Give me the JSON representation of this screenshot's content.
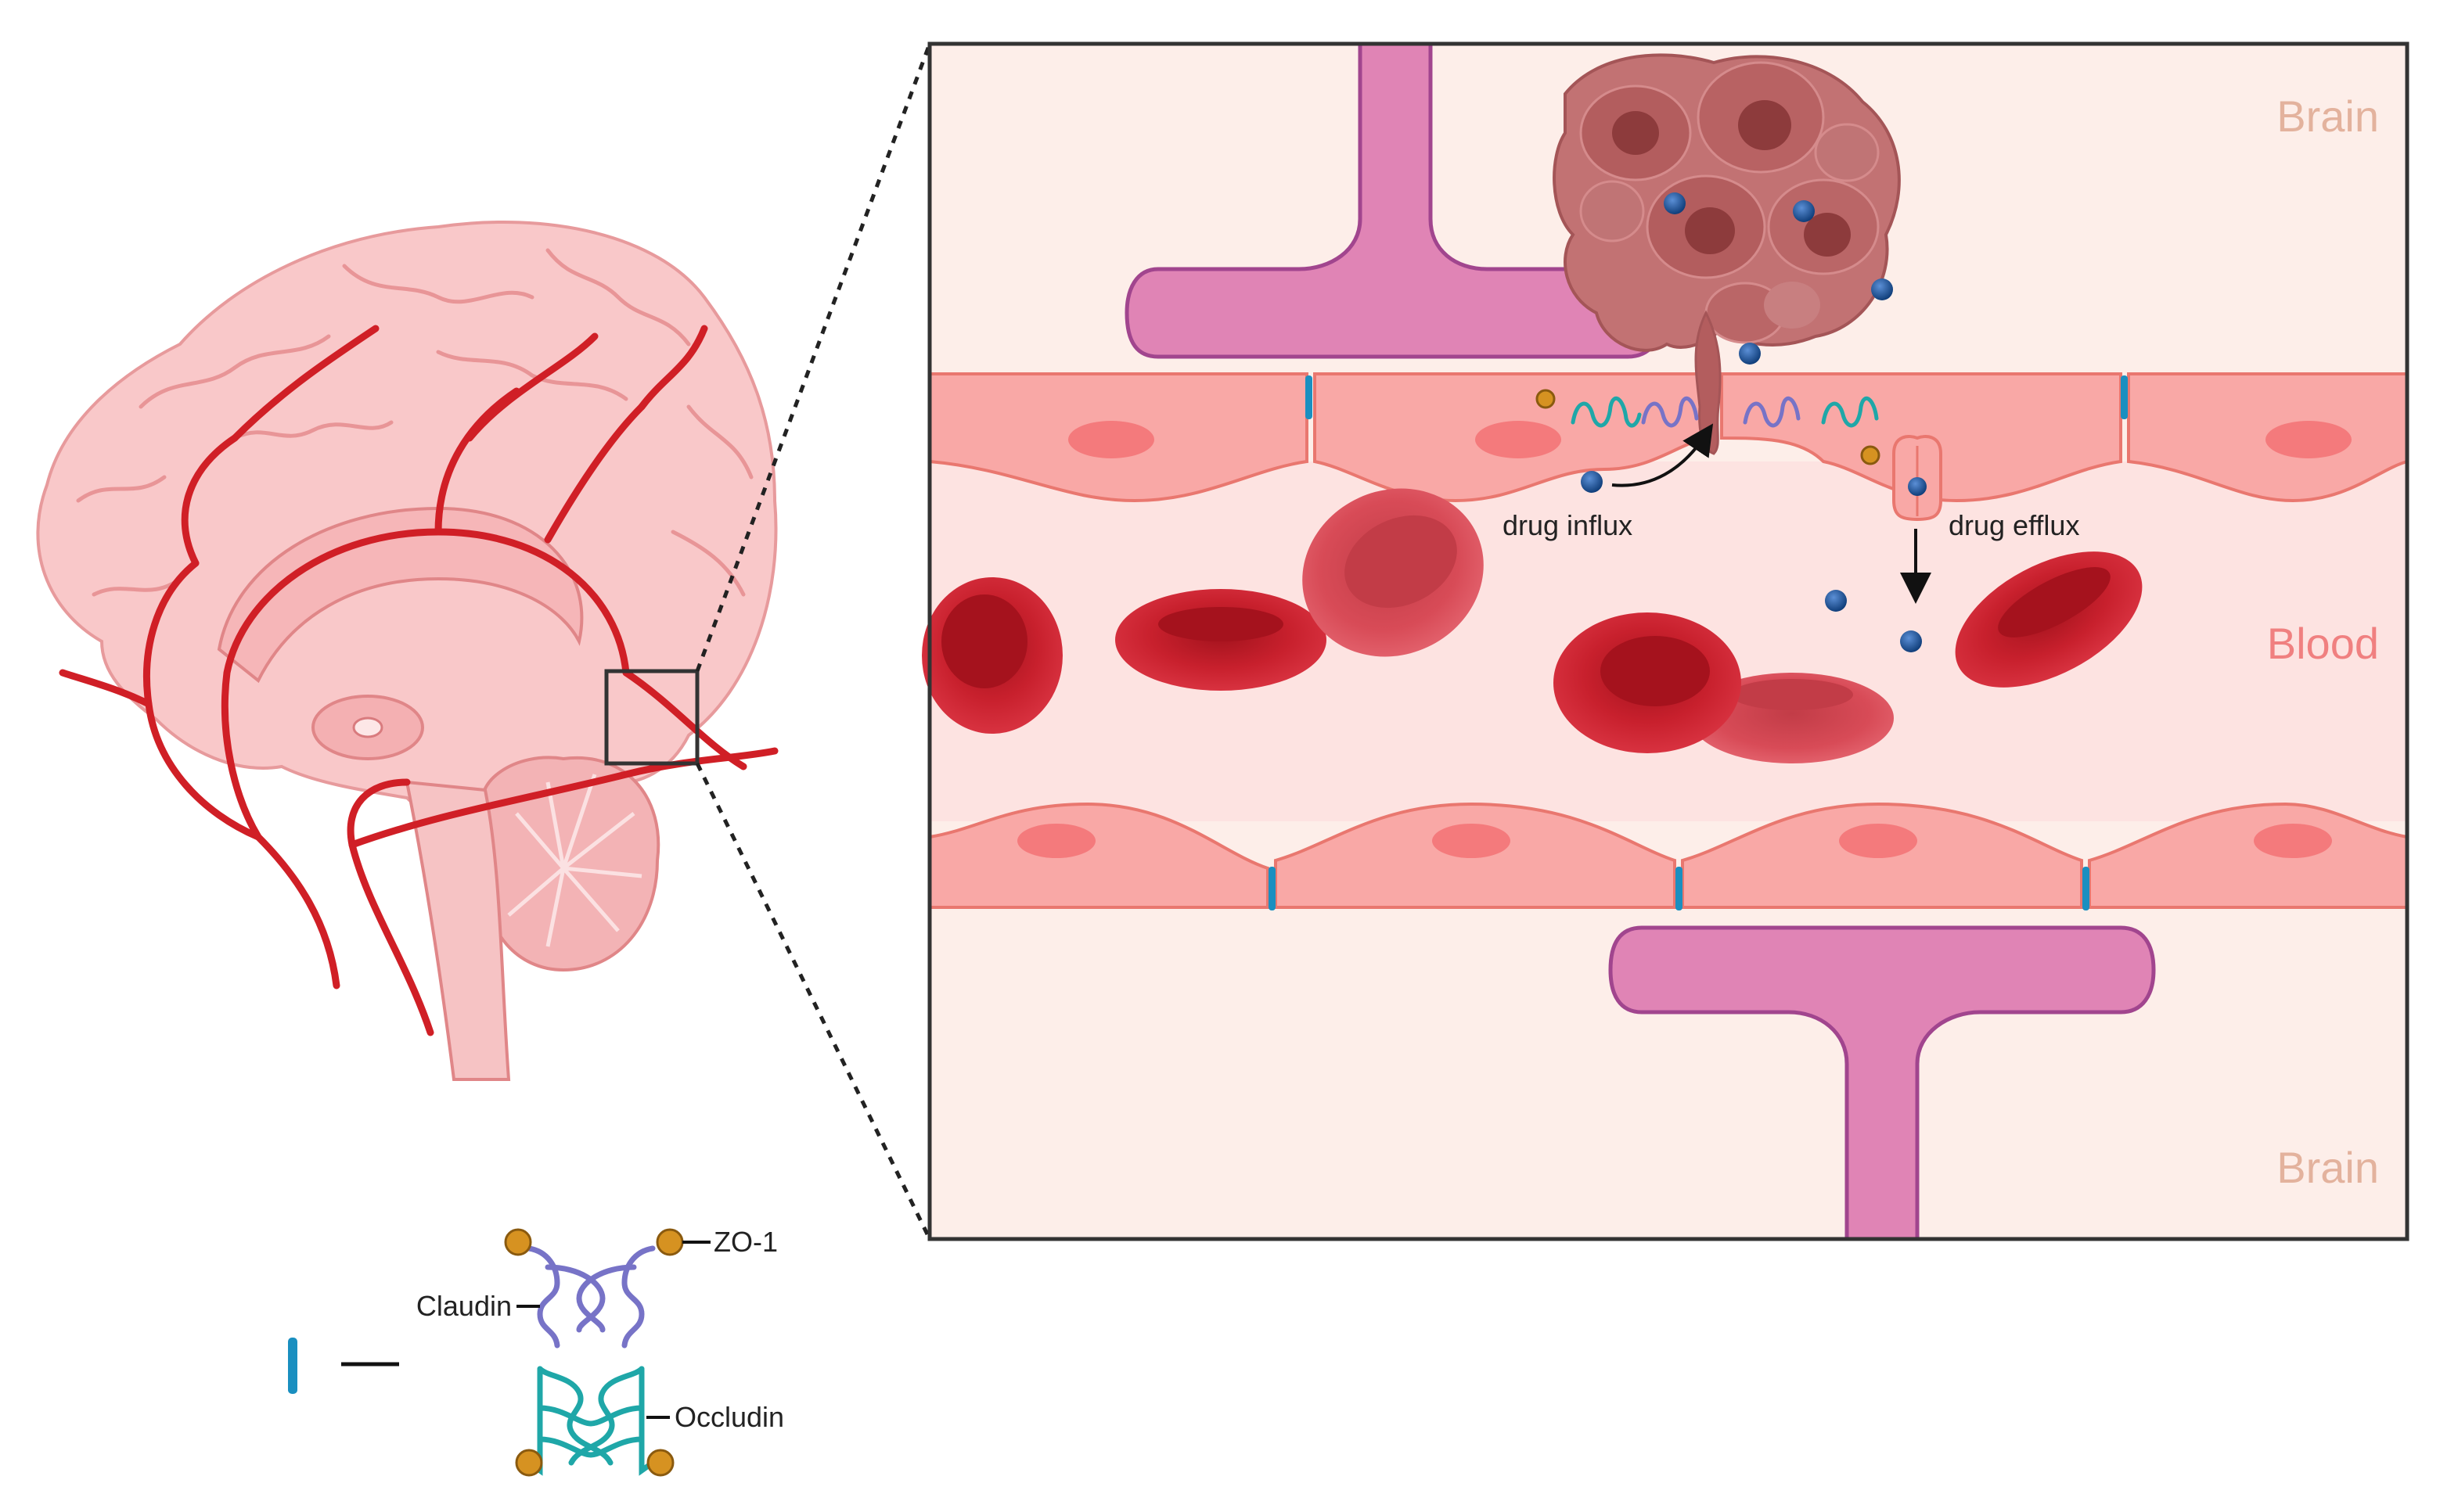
{
  "labels": {
    "brain_top": "Brain",
    "blood": "Blood",
    "brain_bottom": "Brain",
    "drug_influx": "drug influx",
    "drug_efflux": "drug efflux"
  },
  "legend": {
    "zo1": "ZO-1",
    "claudin": "Claudin",
    "occludin": "Occludin"
  },
  "colors": {
    "panel_bg": "#fdeee9",
    "blood_bg": "#fde3e1",
    "endothelium": "#f9a8a6",
    "endothelium_stroke": "#e9776f",
    "nucleus": "#f47a7c",
    "astrocyte": "#e084b5",
    "astrocyte_stroke": "#a1458e",
    "rbc": "#c8202d",
    "rbc_pale": "#d84b57",
    "tumor": "#b35d5e",
    "tumor_cell": "#c27273",
    "drug": "#1e5aa8",
    "zo1": "#d69221",
    "claudin": "#7773c7",
    "occludin": "#1fa7a8",
    "tight_junction": "#1a8fc0",
    "brain_label": "#e3b29d",
    "blood_label": "#f08080",
    "vessel": "#d01f26"
  }
}
